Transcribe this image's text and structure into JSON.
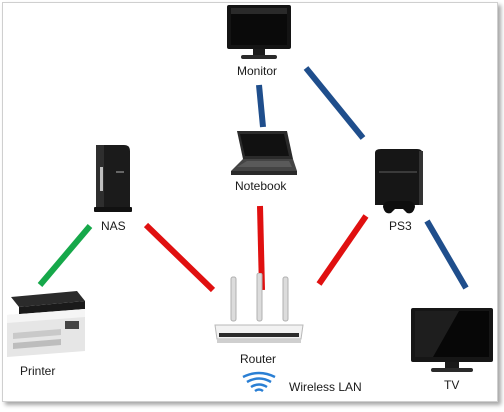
{
  "devices": {
    "monitor": "Monitor",
    "notebook": "Notebook",
    "nas": "NAS",
    "ps3": "PS3",
    "printer": "Printer",
    "router": "Router",
    "tv": "TV"
  },
  "wireless_label": "Wireless LAN",
  "colors": {
    "wired_blue": "#1f4e8c",
    "wired_red": "#e01010",
    "wired_green": "#16a84a",
    "wireless_icon": "#2a7fd4"
  },
  "icons": {
    "monitor": "monitor-icon",
    "notebook": "laptop-icon",
    "nas": "nas-drive-icon",
    "ps3": "game-console-icon",
    "printer": "printer-icon",
    "router": "router-icon",
    "tv": "flat-tv-icon",
    "wireless": "wifi-signal-icon"
  }
}
